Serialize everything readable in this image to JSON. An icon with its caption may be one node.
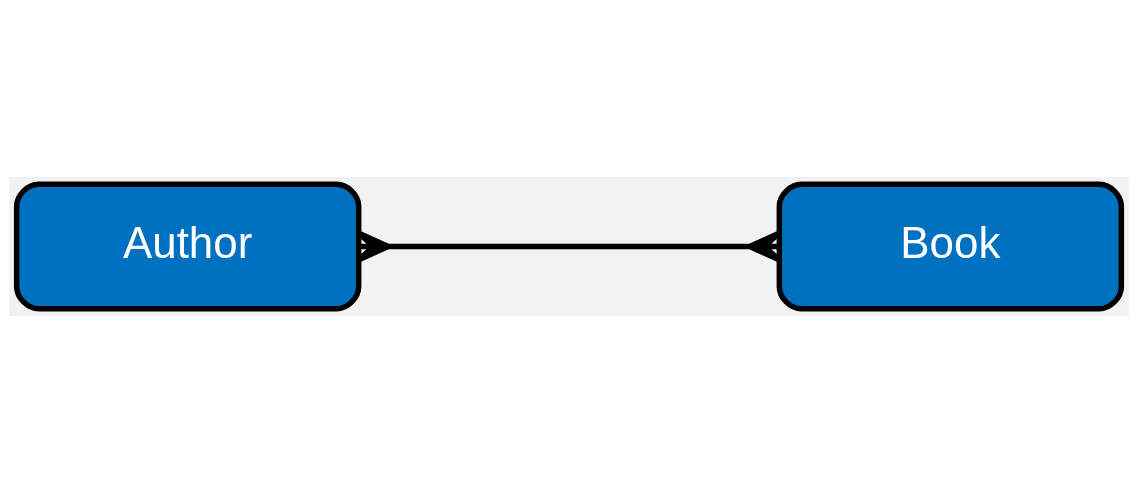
{
  "diagram": {
    "nodes": [
      {
        "text": [
          "Author"
        ]
      },
      {
        "text": [
          "Book"
        ]
      }
    ],
    "edges": [
      {
        "from": 0,
        "to": 1,
        "arrow": "other"
      }
    ]
  }
}
